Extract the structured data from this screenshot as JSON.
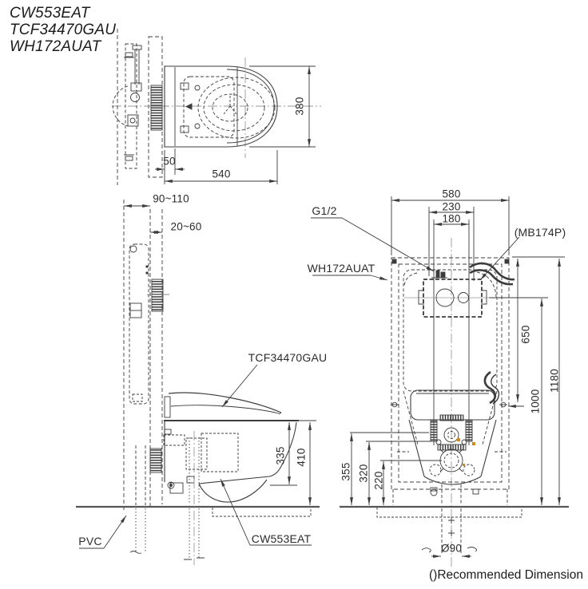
{
  "page": {
    "background": "#ffffff",
    "line_color": "#3c3c3c",
    "accent_color": "#cf8a1c"
  },
  "title": {
    "models": [
      "CW553EAT",
      "TCF34470GAU",
      "WH172AUAT"
    ]
  },
  "plan_view": {
    "dims": {
      "bowl_width": "380",
      "hinge_offset": "50",
      "total_length": "540"
    }
  },
  "side_view": {
    "dims": {
      "frame_depth": "90~110",
      "wall_finish": "20~60",
      "rim_to_lowest": "335",
      "rim_height": "410"
    },
    "labels": {
      "seat_unit": "TCF34470GAU",
      "bowl": "CW553EAT",
      "drain_pipe": "PVC"
    }
  },
  "front_view": {
    "dims": {
      "frame_width": "580",
      "supply_span": "230",
      "bolt_span": "180",
      "plate_drop": "650",
      "plate_height": "1000",
      "frame_height": "1180",
      "supply_height": "355",
      "bolt_height": "320",
      "drain_height": "220",
      "drain_diameter": "Ø90"
    },
    "labels": {
      "water_inlet": "G1/2",
      "supply_hose": "(MB174P)",
      "carrier_frame": "WH172AUAT"
    }
  },
  "footer": {
    "note": "()Recommended Dimension"
  }
}
